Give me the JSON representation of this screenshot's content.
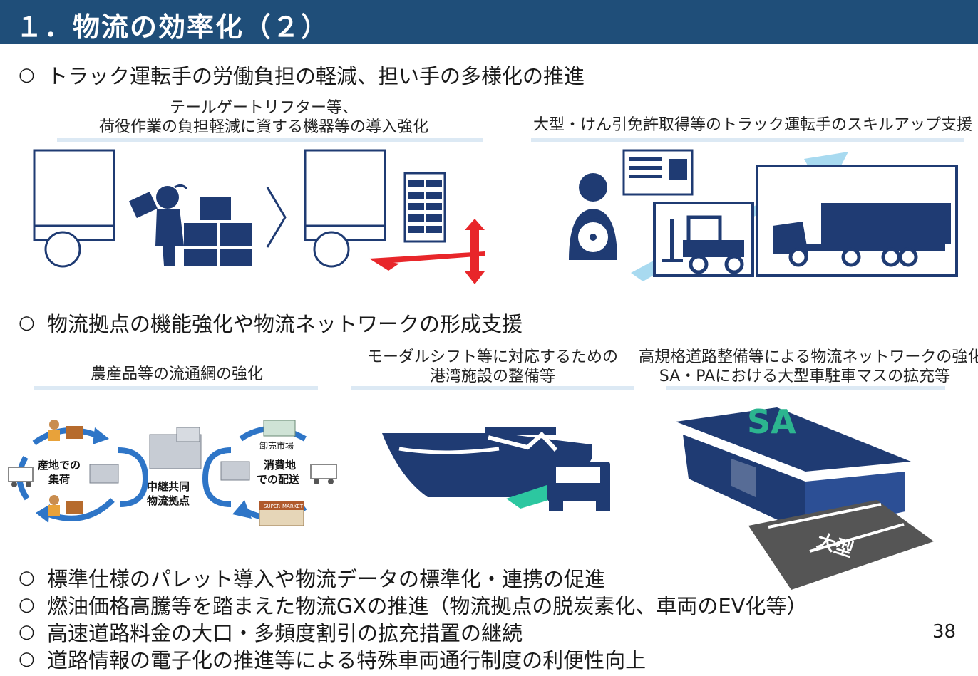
{
  "header": {
    "title": "１．物流の効率化（２）"
  },
  "section1": {
    "bullet": "トラック運転手の労働負担の軽減、担い手の多様化の推進",
    "left_caption_1": "テールゲートリフター等、",
    "left_caption_2": "荷役作業の負担軽減に資する機器等の導入強化",
    "right_caption": "大型・けん引免許取得等のトラック運転手のスキルアップ支援"
  },
  "section2": {
    "bullet": "物流拠点の機能強化や物流ネットワークの形成支援",
    "col1_caption": "農産品等の流通網の強化",
    "col2_caption_1": "モーダルシフト等に対応するための",
    "col2_caption_2": "港湾施設の整備等",
    "col3_caption_1": "高規格道路整備等による物流ネットワークの強化や",
    "col3_caption_2": "SA・PAにおける大型車駐車マスの拡充等",
    "diagram": {
      "origin_label_1": "産地での",
      "origin_label_2": "集荷",
      "hub_label_1": "中継共同",
      "hub_label_2": "物流拠点",
      "dest_label_1": "消費地",
      "dest_label_2": "での配送",
      "market_label": "卸売市場",
      "super_label_1": "SUPER",
      "super_label_2": "MARKET"
    },
    "sa_sign": "SA",
    "road_marking": "大型"
  },
  "bottom_bullets": [
    "標準仕様のパレット導入や物流データの標準化・連携の促進",
    "燃油価格高騰等を踏まえた物流GXの推進（物流拠点の脱炭素化、車両のEV化等）",
    "高速道路料金の大口・多頻度割引の拡充措置の継続",
    "道路情報の電子化の推進等による特殊車両通行制度の利便性向上"
  ],
  "bullet_mark": "○",
  "page_number": "38",
  "colors": {
    "header": "#1f4e79",
    "navy": "#1f3b73",
    "accent_red": "#e8262a",
    "rule": "#dce9f4",
    "arrow_blue": "#2e75c7"
  }
}
